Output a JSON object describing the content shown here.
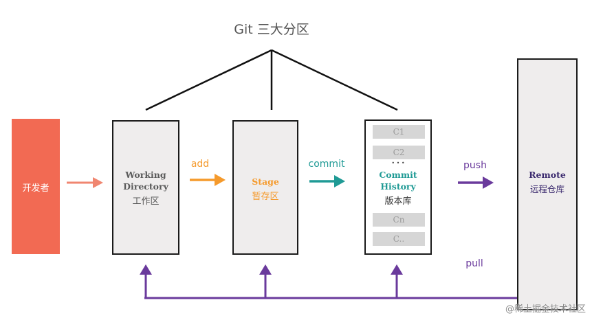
{
  "title": "Git 三大分区",
  "developer": {
    "label": "开发者"
  },
  "working_directory": {
    "label_en_1": "Working",
    "label_en_2": "Directory",
    "label_zh": "工作区"
  },
  "stage": {
    "label_en": "Stage",
    "label_zh": "暂存区"
  },
  "commit_history": {
    "label_en_1": "Commit",
    "label_en_2": "History",
    "label_zh": "版本库",
    "ellipsis": "• • •",
    "commits_top": [
      "C1",
      "C2"
    ],
    "commits_bottom": [
      "Cn",
      "C.."
    ]
  },
  "remote": {
    "label_en": "Remote",
    "label_zh": "远程仓库"
  },
  "actions": {
    "add": "add",
    "commit": "commit",
    "push": "push",
    "pull": "pull"
  },
  "watermark": "@稀土掘金技术社区",
  "colors": {
    "developer": "#f26a53",
    "box_fill": "#efeded",
    "add": "#f59a2c",
    "commit": "#1f9a95",
    "push_pull": "#6a3a9c",
    "dev_arrow": "#f08670",
    "remote_text": "#3b2a6e"
  }
}
